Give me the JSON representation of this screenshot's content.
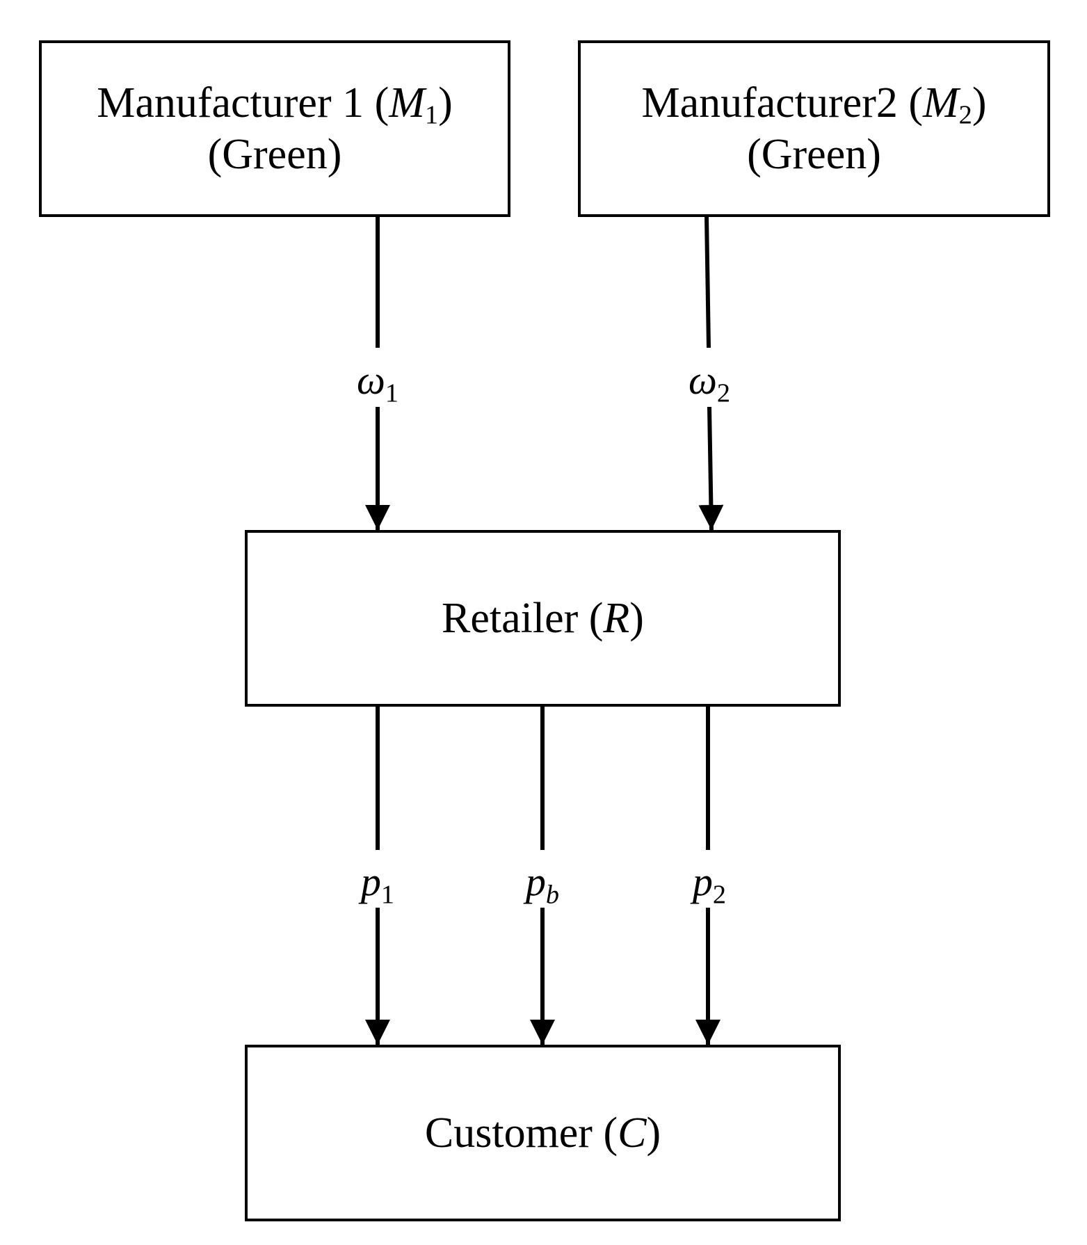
{
  "nodes": {
    "m1": {
      "name": "Manufacturer 1",
      "symbol": "M",
      "subscript": "1",
      "type": "(Green)"
    },
    "m2": {
      "name": "Manufacturer2",
      "symbol": "M",
      "subscript": "2",
      "type": "(Green)"
    },
    "retailer": {
      "name": "Retailer",
      "symbol": "R"
    },
    "customer": {
      "name": "Customer",
      "symbol": "C"
    }
  },
  "edges": {
    "w1": {
      "symbol": "ω",
      "subscript": "1",
      "from": "Manufacturer 1",
      "to": "Retailer"
    },
    "w2": {
      "symbol": "ω",
      "subscript": "2",
      "from": "Manufacturer2",
      "to": "Retailer"
    },
    "p1": {
      "symbol": "p",
      "subscript": "1",
      "from": "Retailer",
      "to": "Customer"
    },
    "pb": {
      "symbol": "p",
      "subscript": "b",
      "from": "Retailer",
      "to": "Customer"
    },
    "p2": {
      "symbol": "p",
      "subscript": "2",
      "from": "Retailer",
      "to": "Customer"
    }
  }
}
